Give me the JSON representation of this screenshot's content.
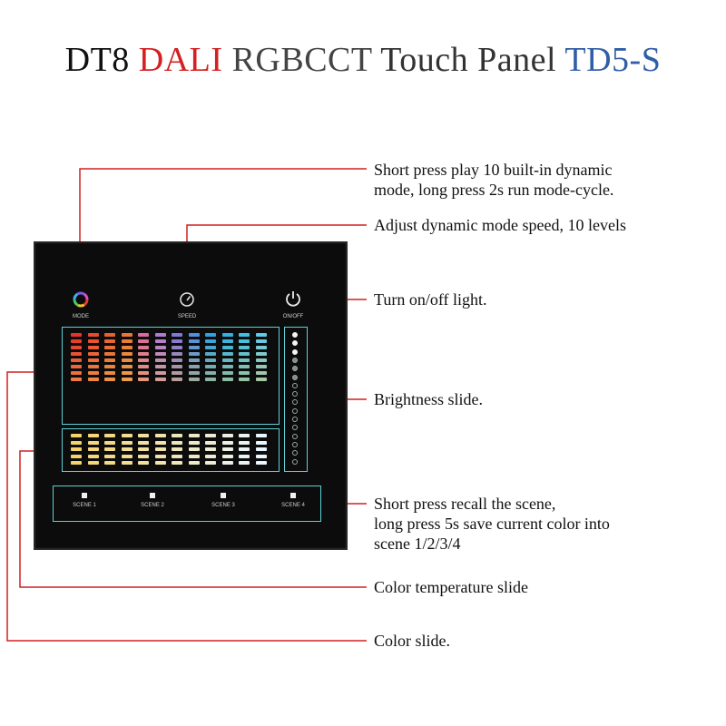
{
  "title": {
    "parts": [
      {
        "text": "DT8 ",
        "color": "#111111"
      },
      {
        "text": "DALI ",
        "color": "#d42020"
      },
      {
        "text": "RGBCCT ",
        "color": "#444444"
      },
      {
        "text": "Touch Panel ",
        "color": "#333333"
      },
      {
        "text": "TD5-S",
        "color": "#2f5fa8"
      }
    ]
  },
  "panel": {
    "mode_label": "MODE",
    "speed_label": "SPEED",
    "onoff_label": "ON/OFF",
    "scenes": [
      "SCENE 1",
      "SCENE 2",
      "SCENE 3",
      "SCENE 4"
    ],
    "color_columns": [
      "#e8332b",
      "#e84a2e",
      "#e8602e",
      "#ea7535",
      "#d96a9a",
      "#b07ad0",
      "#7f78d6",
      "#4d8fe0",
      "#2ea1e5",
      "#2fb1e6",
      "#3cc0e6",
      "#5ec9e8"
    ],
    "warm_color": "#f4c75a",
    "white_color": "#ffffff",
    "ct_warm": "#f6d36a",
    "ct_cool": "#e8f6ff",
    "ring_color": "#5fd0d8"
  },
  "callouts": {
    "mode": [
      "Short press play 10 built-in dynamic",
      "mode, long press 2s run mode-cycle."
    ],
    "speed": [
      "Adjust dynamic mode speed, 10 levels"
    ],
    "onoff": [
      "Turn on/off light."
    ],
    "brightness": [
      "Brightness slide."
    ],
    "scene": [
      "Short press recall the scene,",
      "long press 5s save current color into",
      "scene 1/2/3/4"
    ],
    "ct": [
      "Color temperature slide"
    ],
    "color": [
      "Color slide."
    ]
  },
  "line_color": "#d02020"
}
